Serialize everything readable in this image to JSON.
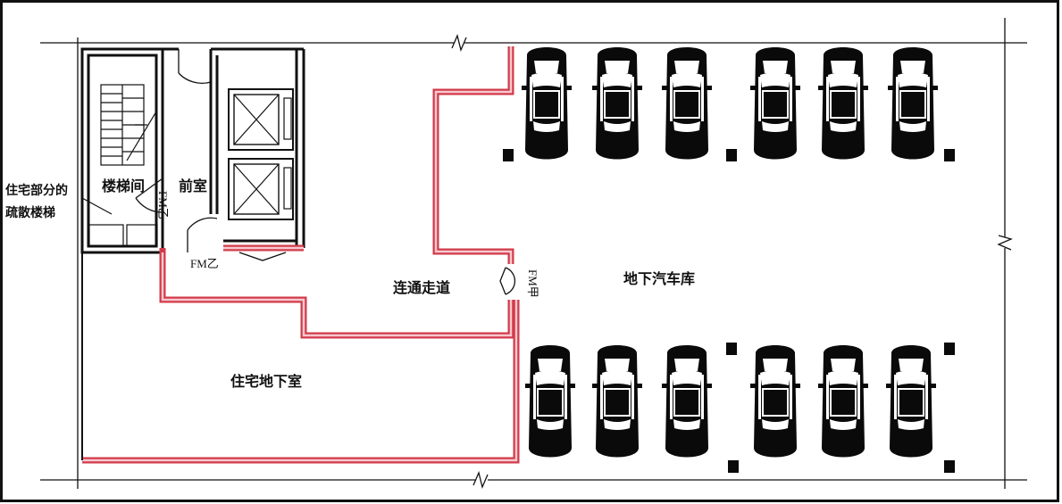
{
  "labels": {
    "stairwell": "楼梯间",
    "anteroom": "前室",
    "residential_stair_note": [
      "住宅部分的",
      "疏散楼梯"
    ],
    "corridor": "连通走道",
    "garage": "地下汽车库",
    "residential_basement": "住宅地下室",
    "door_fm_b_vertical": "FM乙",
    "door_fm_b": "FM乙",
    "door_fm_a": "FM甲"
  },
  "colors": {
    "fire_wall": "#d23a4a",
    "fire_wall_inner": "#f6c9cf",
    "line": "#111111",
    "car": "#0a0a0a"
  }
}
